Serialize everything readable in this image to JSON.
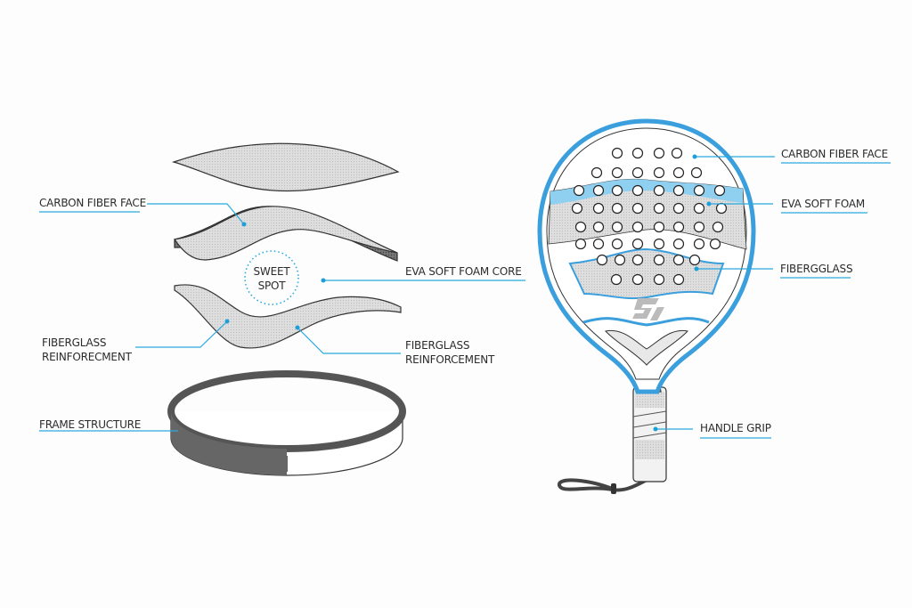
{
  "left_diagram": {
    "carbon_fiber_face": "CARBON FIBER FACE",
    "sweet_spot_line1": "SWEET",
    "sweet_spot_line2": "SPOT",
    "eva_core": "EVA SOFT FOAM CORE",
    "fiberglass_left_line1": "FIBERGLASS",
    "fiberglass_left_line2": "REINFORECMENT",
    "fiberglass_right_line1": "FIBERGLASS",
    "fiberglass_right_line2": "REINFORCEMENT",
    "frame": "FRAME STRUCTURE"
  },
  "right_diagram": {
    "carbon_fiber_face": "CARBON FIBER FACE",
    "eva_soft_foam": "EVA SOFT FOAM",
    "fiberglass": "FIBERGGLASS",
    "handle_grip": "HANDLE GRIP"
  },
  "colors": {
    "accent": "#29a9e0",
    "frame_blue": "#3a9fdc",
    "band_blue": "#8fd0f0",
    "layer_gray": "#dcdcdc"
  }
}
